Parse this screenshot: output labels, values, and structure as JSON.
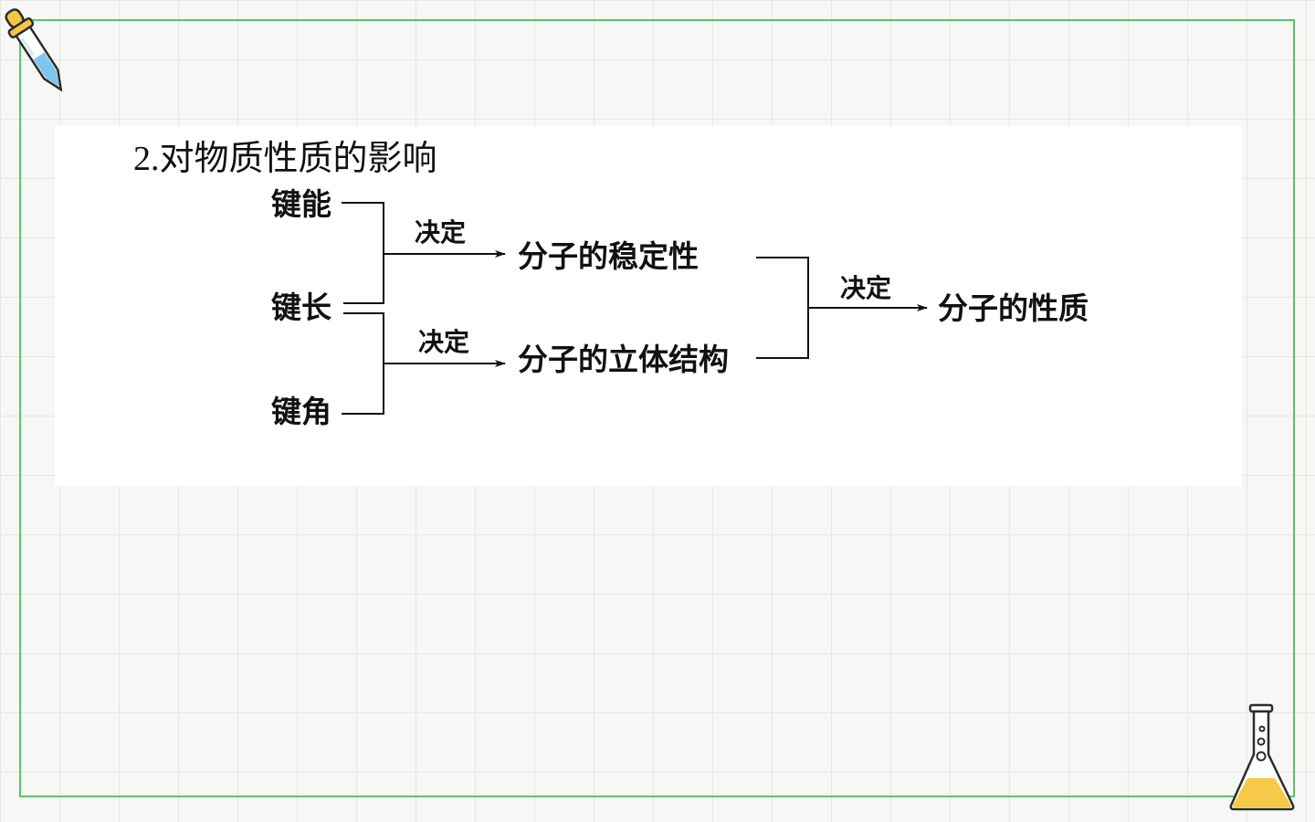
{
  "title": {
    "number": "2.",
    "text": "对物质性质的影响"
  },
  "diagram": {
    "inputs": [
      "键能",
      "键长",
      "键角"
    ],
    "edge_label": "决定",
    "intermediate": [
      "分子的稳定性",
      "分子的立体结构"
    ],
    "result": "分子的性质"
  },
  "decorations": {
    "top_left": "dropper-icon",
    "bottom_right": "flask-icon",
    "frame_color": "#5cc36e",
    "grid_color": "#e6e6e3"
  }
}
